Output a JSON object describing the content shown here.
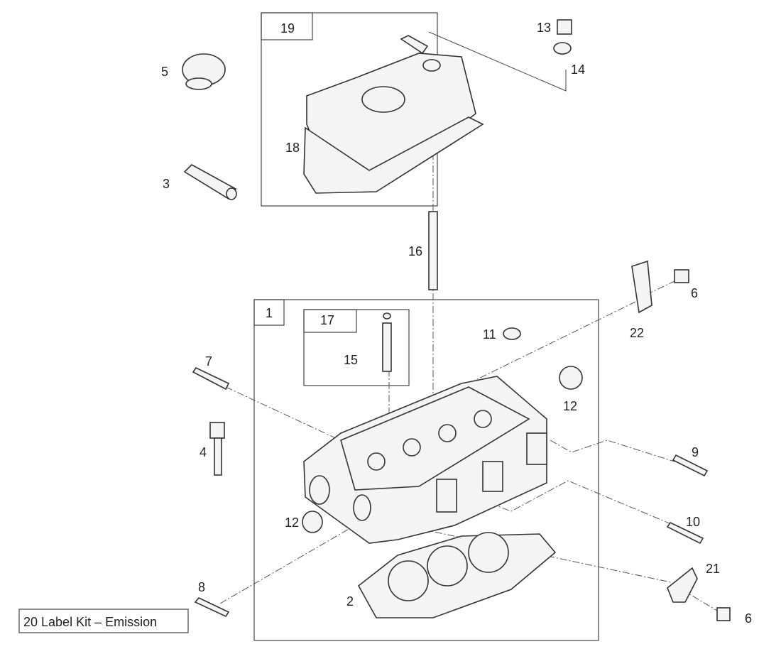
{
  "diagram": {
    "callouts": {
      "c1": "1",
      "c2": "2",
      "c3": "3",
      "c4": "4",
      "c5": "5",
      "c6a": "6",
      "c6b": "6",
      "c7": "7",
      "c8": "8",
      "c9": "9",
      "c10": "10",
      "c11": "11",
      "c12a": "12",
      "c12b": "12",
      "c13": "13",
      "c14": "14",
      "c15": "15",
      "c16": "16",
      "c17": "17",
      "c18": "18",
      "c19": "19",
      "c21": "21",
      "c22": "22"
    },
    "kit_label": "20 Label Kit – Emission"
  }
}
